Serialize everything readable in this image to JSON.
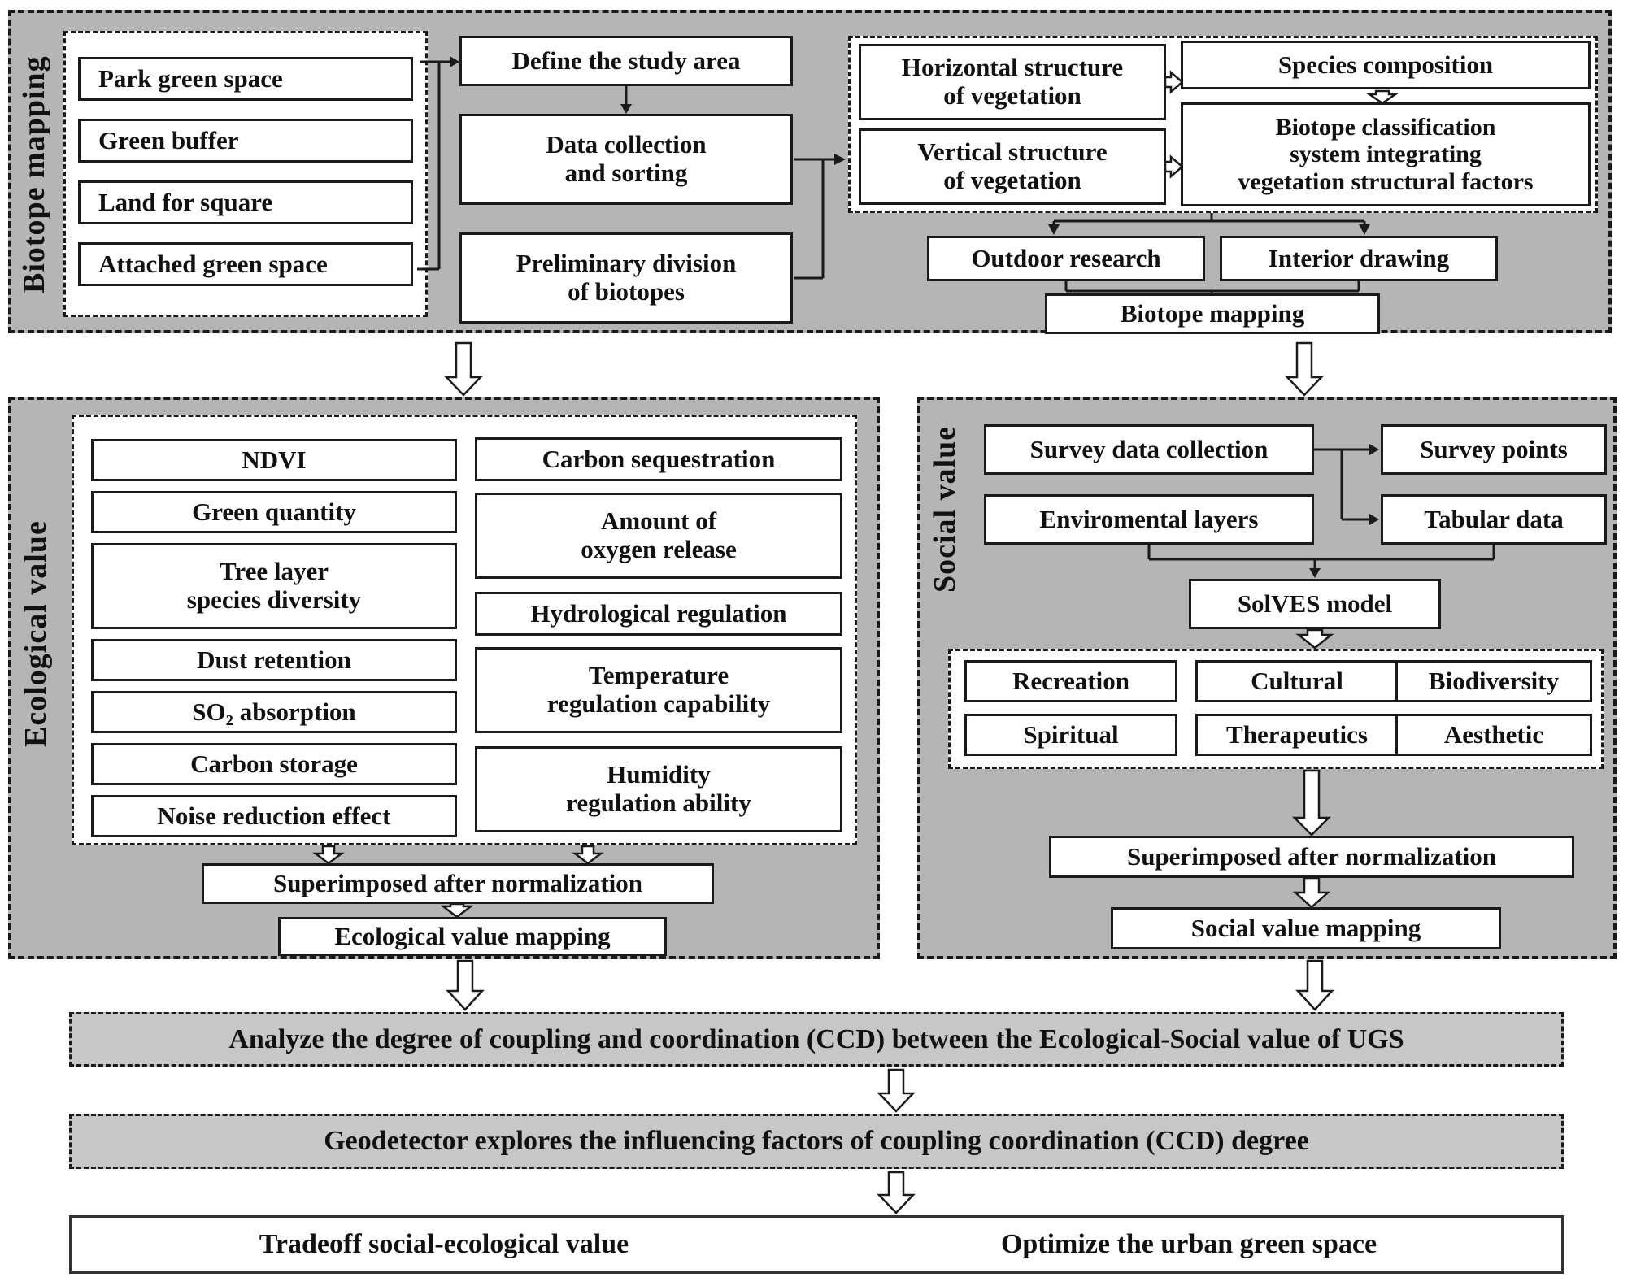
{
  "colors": {
    "page_bg": "#ffffff",
    "section_bg": "#b5b5b5",
    "bar_bg": "#c7c7c7",
    "line": "#1a1a1a"
  },
  "biotope": {
    "label": "Biotope mapping",
    "green_space_types": [
      "Park green space",
      "Green buffer",
      "Land for square",
      "Attached green space"
    ],
    "define_step": "Define the study area",
    "data_step": "Data collection\nand sorting",
    "prelim_step": "Preliminary division\nof biotopes",
    "horizontal_structure": "Horizontal structure\nof vegetation",
    "vertical_structure": "Vertical structure\nof vegetation",
    "species_composition": "Species composition",
    "classification_system": "Biotope classification\nsystem integrating\nvegetation structural factors",
    "outdoor_research": "Outdoor research",
    "interior_drawing": "Interior drawing",
    "biotope_mapping": "Biotope mapping"
  },
  "ecological": {
    "label": "Ecological value",
    "indicators_left": [
      "NDVI",
      "Green quantity",
      "Tree layer\nspecies diversity",
      "Dust retention",
      "SO₂ absorption",
      "Carbon storage",
      "Noise reduction effect"
    ],
    "indicators_right": [
      "Carbon sequestration",
      "Amount of\noxygen release",
      "Hydrological regulation",
      "Temperature\nregulation capability",
      "Humidity\nregulation ability"
    ],
    "superimposed": "Superimposed after normalization",
    "mapping": "Ecological value mapping"
  },
  "social": {
    "label": "Social value",
    "survey_data_collection": "Survey data collection",
    "survey_points": "Survey points",
    "environmental_layers": "Enviromental layers",
    "tabular_data": "Tabular data",
    "solves_model": "SolVES model",
    "value_types": [
      "Recreation",
      "Cultural",
      "Biodiversity",
      "Spiritual",
      "Therapeutics",
      "Aesthetic"
    ],
    "superimposed": "Superimposed after normalization",
    "mapping": "Social value mapping"
  },
  "analysis": {
    "ccd_analysis": "Analyze the degree of coupling and coordination (CCD) between the Ecological-Social value of UGS",
    "geodetector": "Geodetector explores the influencing factors of coupling coordination (CCD) degree",
    "tradeoff": "Tradeoff social-ecological value",
    "optimize": "Optimize the urban green space"
  }
}
